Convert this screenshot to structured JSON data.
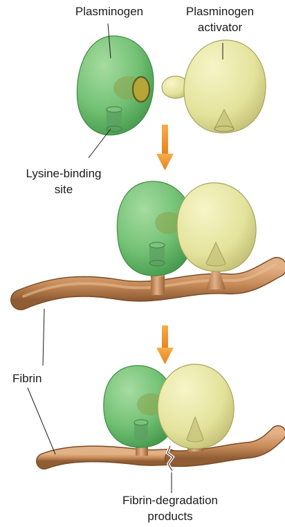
{
  "labels": {
    "plasminogen": "Plasminogen",
    "activator_line1": "Plasminogen",
    "activator_line2": "activator",
    "lysine_line1": "Lysine-binding",
    "lysine_line2": "site",
    "fibrin": "Fibrin",
    "products_line1": "Fibrin-degradation",
    "products_line2": "products"
  },
  "colors": {
    "plasminogen_green": "#74c276",
    "activator_yellow": "#e4e39c",
    "fibrin_brown": "#c98d5a",
    "arrow_orange": "#f0931f"
  },
  "stages": [
    "separate",
    "bound-to-fibrin",
    "fibrin-cleaved"
  ]
}
